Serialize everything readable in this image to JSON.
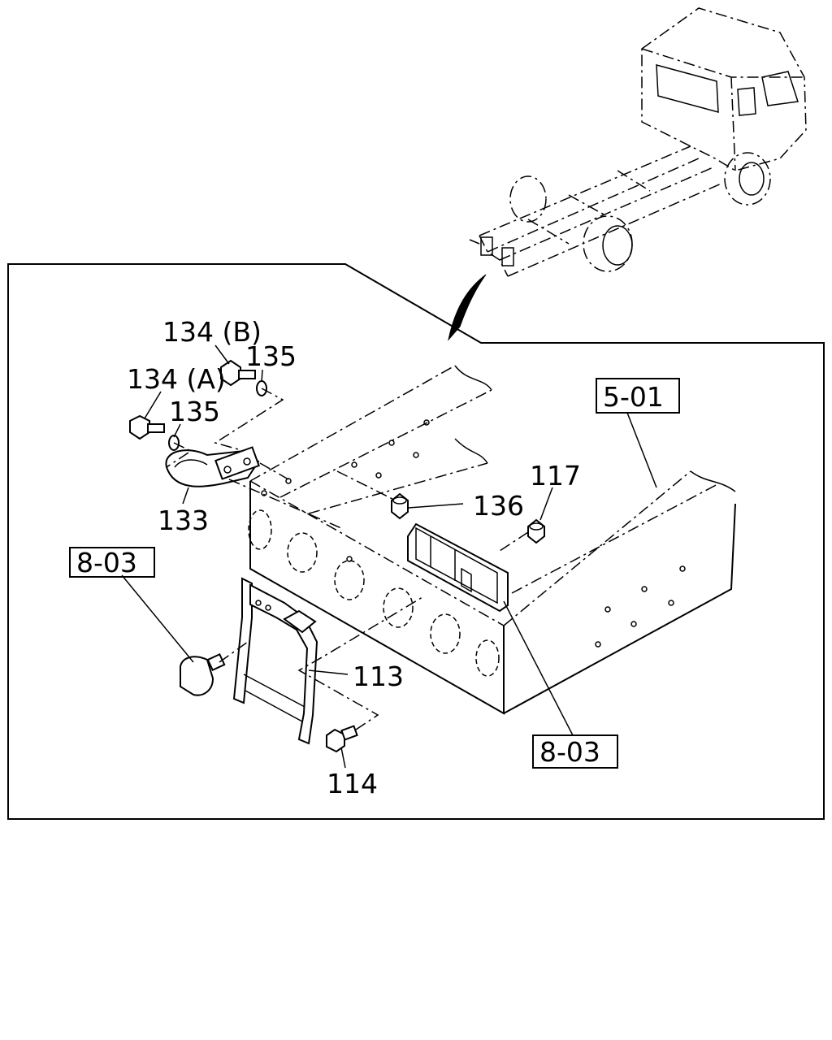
{
  "callouts": {
    "c134b": "134 (B)",
    "c135a": "135",
    "c134a": "134 (A)",
    "c135b": "135",
    "c133": "133",
    "c136": "136",
    "c117": "117",
    "c113": "113",
    "c114": "114",
    "ref501": "5-01",
    "ref803a": "8-03",
    "ref803b": "8-03"
  }
}
